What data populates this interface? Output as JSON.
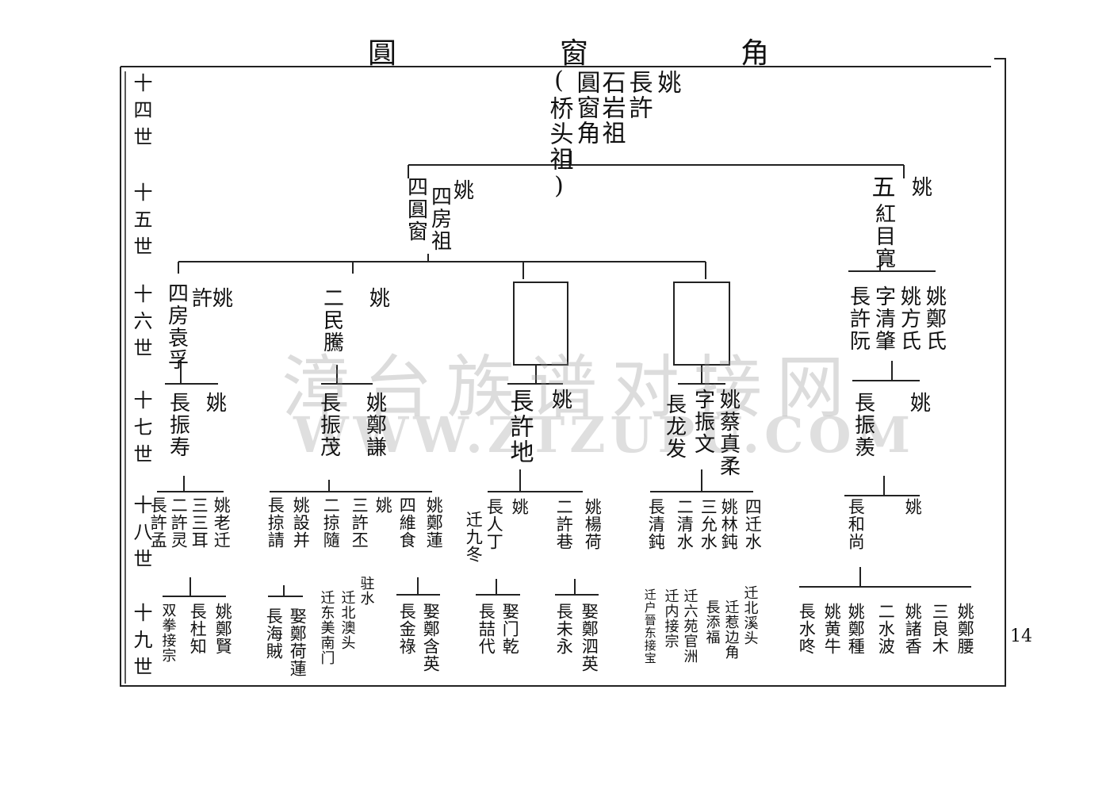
{
  "header": {
    "c1": "圓",
    "c2": "窗",
    "c3": "角"
  },
  "generations": [
    "十四世",
    "十五世",
    "十六世",
    "十七世",
    "十八世",
    "十九世"
  ],
  "watermark": {
    "cn": "漳台族谱对接网",
    "en": "WWW.ZTZUPU.COM"
  },
  "page_number": "14",
  "gen14": {
    "c1": "姚",
    "c2": "長許",
    "c3": "石岩祖",
    "c4": "圓窗角",
    "c5": "(桥头祖)"
  },
  "gen15": {
    "a1": "姚",
    "a2": "四房祖",
    "a3": "四圓窗",
    "b1": "姚",
    "b2": "五",
    "b3": "紅目寬"
  },
  "gen16": {
    "a1": "姚",
    "a2": "許",
    "a3": "四房袁孚",
    "b1": "姚",
    "b2": "二民騰",
    "e1": "姚鄭氏",
    "e2": "姚方氏",
    "e3": "字清肇",
    "e4": "長許阮"
  },
  "gen17": {
    "a1": "姚",
    "a2": "長振寿",
    "b1": "姚鄭謙",
    "b2": "長振茂",
    "c1": "姚",
    "c2": "長許地",
    "d1": "姚蔡真柔",
    "d2": "字振文",
    "d3": "長龙发",
    "e1": "姚",
    "e2": "長振羨"
  },
  "gen18": {
    "a1": "姚老迁",
    "a2": "三三耳",
    "a3": "二許灵",
    "a4": "長許孟",
    "b1": "姚鄭蓮",
    "b2": "四維食",
    "b3": "姚",
    "b4": "三許丕",
    "b5": "二掠隨",
    "b6": "姚設并",
    "b7": "長掠請",
    "c1": "姚楊荷",
    "c2": "二許巷",
    "c3": "姚",
    "c4": "長人丁",
    "c5": "迁九冬",
    "d1": "四迁水",
    "d2": "姚林鈍",
    "d3": "三允水",
    "d4": "二清水",
    "d5": "長清鈍",
    "e1": "姚",
    "e2": "長和尚"
  },
  "gen19": {
    "a1": "姚鄭賢",
    "a2": "長杜知",
    "a3": "双拳接宗",
    "b1": "娶鄭荷蓮",
    "b2": "長海賊",
    "b3": "迁东美南门",
    "b4": "迁北澳头",
    "b5": "驻水",
    "b6": "娶鄭含英",
    "b7": "長金祿",
    "c1": "娶门乾",
    "c2": "長喆代",
    "c3": "娶鄭泗英",
    "c4": "長未永",
    "d1": "迁北溪头",
    "d2": "迁惹边角",
    "d3": "長添福",
    "d4": "迁六苑官洲",
    "d5": "迁内接宗",
    "d6": "迁户晉东接宝",
    "e1": "姚鄭腰",
    "e2": "三良木",
    "e3": "姚諸香",
    "e4": "二水波",
    "e5": "姚鄭種",
    "e6": "姚黄牛",
    "e7": "長水咚"
  }
}
